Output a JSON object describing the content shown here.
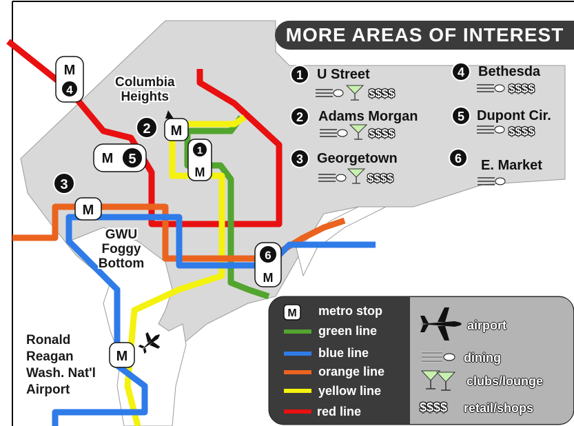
{
  "banner": {
    "title": "MORE AREAS OF INTEREST"
  },
  "metro_symbol": "M",
  "areas": [
    {
      "number": "1",
      "name": "U Street",
      "price": "$$$$",
      "dining": true,
      "clubs": true
    },
    {
      "number": "2",
      "name": "Adams Morgan",
      "price": "$$$$",
      "dining": true,
      "clubs": true
    },
    {
      "number": "3",
      "name": "Georgetown",
      "price": "$$$$",
      "dining": true,
      "clubs": true
    },
    {
      "number": "4",
      "name": "Bethesda",
      "price": "$$$$",
      "dining": true,
      "clubs": false
    },
    {
      "number": "5",
      "name": "Dupont Cir.",
      "price": "$$$$",
      "dining": true,
      "clubs": false
    },
    {
      "number": "6",
      "name": "E. Market",
      "price": "",
      "dining": true,
      "clubs": false
    }
  ],
  "map_labels": {
    "columbia_heights": "Columbia\nHeights",
    "gwu": "GWU\nFoggy\nBottom",
    "airport": "Ronald\nReagan\nWash. Nat'l\nAirport"
  },
  "legend": {
    "metro_stop": "metro stop",
    "green_line": "green line",
    "blue_line": "blue line",
    "orange_line": "orange line",
    "yellow_line": "yellow line",
    "red_line": "red line",
    "airport": "airport",
    "dining": "dining",
    "clubs": "clubs/lounge",
    "retail": "retail/shops",
    "retail_symbol": "$$$$"
  },
  "colors": {
    "green": "#52a52f",
    "blue": "#2f7be8",
    "orange": "#ea6420",
    "yellow": "#f4f20f",
    "red": "#e81010",
    "land": "#d9d9d9",
    "legend_dark": "#3b3b3b",
    "legend_light": "#b4b4b4"
  }
}
